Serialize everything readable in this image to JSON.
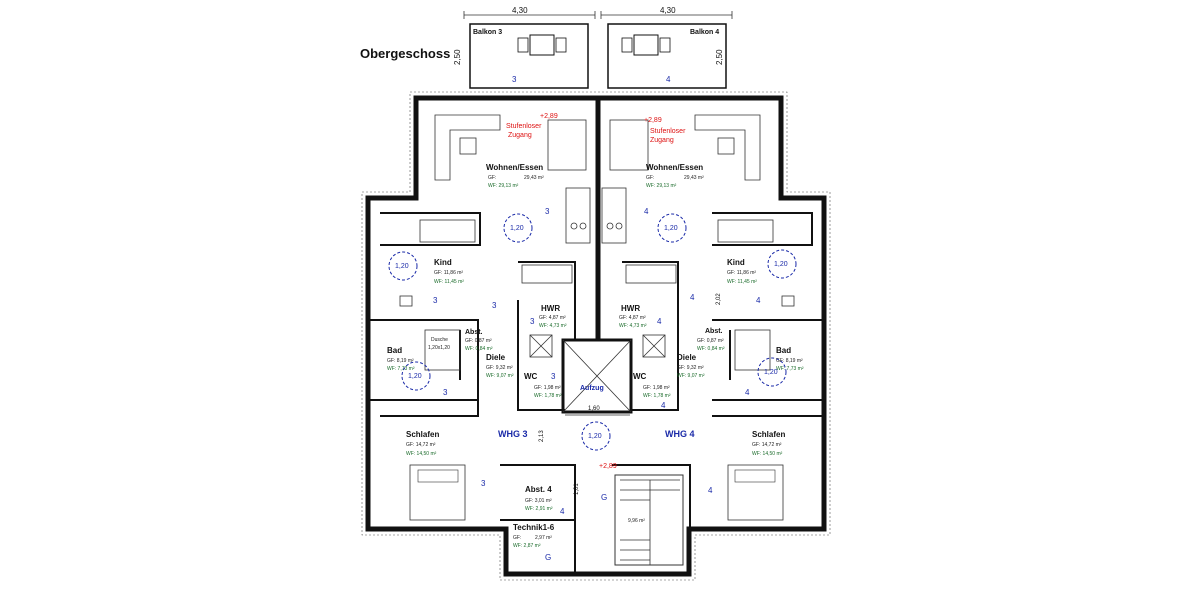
{
  "plan": {
    "floor_title": "Obergeschoss",
    "balconies": [
      {
        "label": "Balkon 3",
        "width": "4,30",
        "depth": "2,50",
        "unit": "3"
      },
      {
        "label": "Balkon 4",
        "width": "4,30",
        "depth": "2,50",
        "unit": "4"
      }
    ],
    "units": [
      {
        "name": "WHG 3",
        "rooms": {
          "wohnen": {
            "name": "Wohnen/Essen",
            "gf": "GF:",
            "gf_val": "29,43 m²",
            "wf": "WF: 29,13 m²",
            "unit": "3"
          },
          "kind": {
            "name": "Kind",
            "gf": "GF: 11,86 m²",
            "wf": "WF: 11,45 m²",
            "unit": "3"
          },
          "hwr": {
            "name": "HWR",
            "gf": "GF: 4,87 m²",
            "wf": "WF: 4,73 m²",
            "unit": "3"
          },
          "abst": {
            "name": "Abst.",
            "gf": "GF: 0,87 m²",
            "wf": "WF: 0,84 m²",
            "unit": "3"
          },
          "bad": {
            "name": "Bad",
            "gf": "GF: 8,19 m²",
            "wf": "WF: 7,73 m²",
            "unit": "3"
          },
          "diele": {
            "name": "Diele",
            "gf": "GF: 9,32 m²",
            "wf": "WF: 9,07 m²",
            "unit": "3"
          },
          "wc": {
            "name": "WC",
            "gf": "GF: 1,98 m²",
            "wf": "WF: 1,78 m²",
            "unit": "3"
          },
          "schlafen": {
            "name": "Schlafen",
            "gf": "GF: 14,72 m²",
            "wf": "WF: 14,50 m²",
            "unit": "3"
          }
        },
        "step_label": "Stufenloser Zugang",
        "step_label_1": "Stufenloser",
        "step_label_2": "Zugang",
        "level": "+2,89",
        "shower": "Dusche",
        "shower_size": "1,20x1,20"
      },
      {
        "name": "WHG 4",
        "rooms": {
          "wohnen": {
            "name": "Wohnen/Essen",
            "gf": "GF:",
            "gf_val": "29,43 m²",
            "wf": "WF: 29,13 m²",
            "unit": "4"
          },
          "kind": {
            "name": "Kind",
            "gf": "GF: 11,86 m²",
            "wf": "WF: 11,45 m²",
            "unit": "4"
          },
          "hwr": {
            "name": "HWR",
            "gf": "GF: 4,87 m²",
            "wf": "WF: 4,73 m²",
            "unit": "4"
          },
          "abst": {
            "name": "Abst.",
            "gf": "GF: 0,87 m²",
            "wf": "WF: 0,84 m²",
            "unit": "4"
          },
          "bad": {
            "name": "Bad",
            "gf": "GF: 8,19 m²",
            "wf": "WF: 7,73 m²",
            "unit": "4"
          },
          "diele": {
            "name": "Diele",
            "gf": "GF: 9,32 m²",
            "wf": "WF: 9,07 m²",
            "unit": "4"
          },
          "wc": {
            "name": "WC",
            "gf": "GF: 1,98 m²",
            "wf": "WF: 1,78 m²",
            "unit": "4"
          },
          "schlafen": {
            "name": "Schlafen",
            "gf": "GF: 14,72 m²",
            "wf": "WF: 14,50 m²",
            "unit": "4"
          }
        },
        "step_label_1": "Stufenloser",
        "step_label_2": "Zugang",
        "level": "+2,89"
      }
    ],
    "common": {
      "aufzug": "Aufzug",
      "aufzug_width": "1,60",
      "abst4": {
        "name": "Abst. 4",
        "gf": "GF: 3,01 m²",
        "wf": "WF: 2,91 m²",
        "unit": "4"
      },
      "technik": {
        "name": "Technik1-6",
        "gf": "GF:",
        "gf_val": "2,97 m²",
        "wf": "WF: 2,87 m²",
        "unit": "G"
      },
      "stair_area": "9,96 m²",
      "stair_unit": "G",
      "landing_level": "+2,89",
      "turning_circle": "1,20",
      "door_dims": [
        "2,13",
        "1,01",
        "2,02"
      ]
    }
  }
}
